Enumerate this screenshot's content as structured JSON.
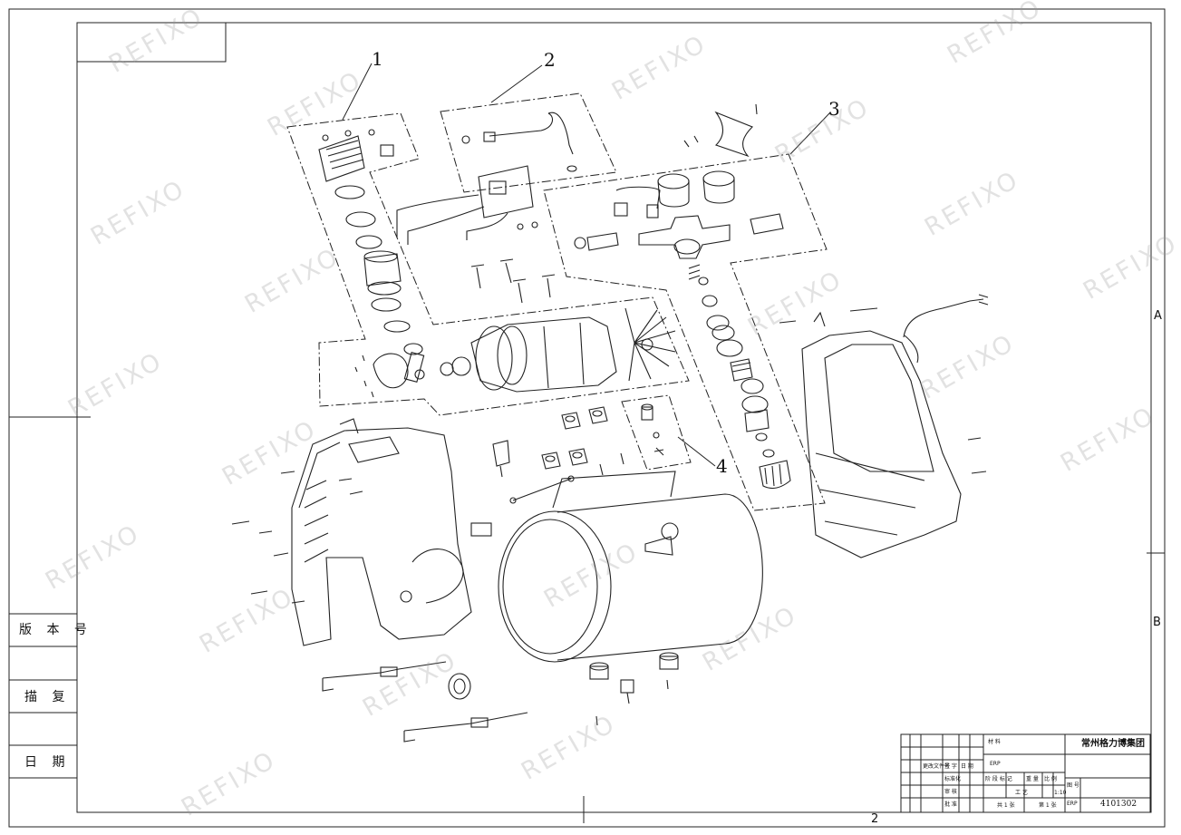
{
  "callouts": [
    "1",
    "2",
    "3",
    "4"
  ],
  "zones": {
    "a": "A",
    "b": "B",
    "bottom": "2"
  },
  "left_column": {
    "version_label": "版 本 号",
    "trace_label": "描 复",
    "date_label": "日 期"
  },
  "title_block": {
    "company": "常州格力博集团",
    "material_label": "材 料",
    "erp_label": "ERP",
    "doc_no": "4101302",
    "scale": "1:10",
    "change_doc": "更改文件号",
    "sign": "签 字",
    "date": "日 期",
    "std": "标准化",
    "approve": "批 准",
    "review": "审 核",
    "process": "工 艺",
    "stage_mark": "阶 段 标 记",
    "weight": "重 量",
    "ratio": "比 例",
    "sheet_total": "共 1 张",
    "sheet_no": "第 1 张",
    "drawing_no": "图 号"
  },
  "watermark": "REFIXO"
}
